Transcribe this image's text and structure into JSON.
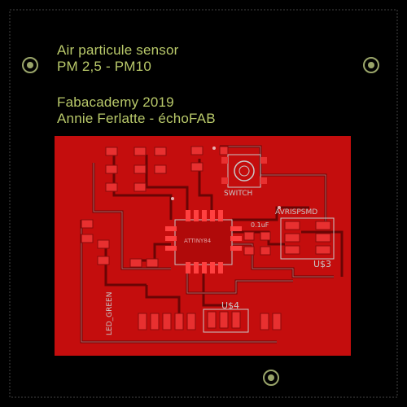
{
  "title": {
    "line1": "Air particule sensor",
    "line2": "PM 2,5 - PM10",
    "line3": "Fabacademy 2019",
    "line4": "Annie Ferlatte - échoFAB"
  },
  "components": {
    "switch": "SWITCH",
    "avrisp": "AVRISPSMD",
    "u3": "U$3",
    "u4": "U$4",
    "led_green": "LED_GREEN",
    "cap": "0.1uF",
    "chip": "ATTINY84"
  },
  "colors": {
    "background": "#000000",
    "copper": "#c40d0d",
    "pad": "#e83030",
    "silk": "#c8c8c8",
    "text": "#b9c96a"
  }
}
